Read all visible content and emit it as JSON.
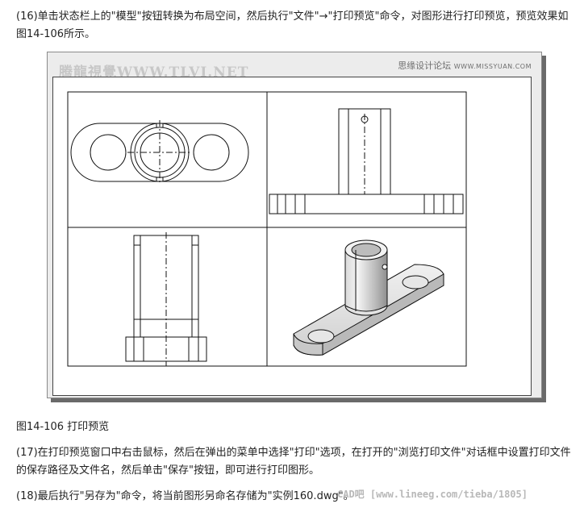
{
  "paragraphs": {
    "step16": "(16)单击状态栏上的\"模型\"按钮转换为布局空间，然后执行\"文件\"→\"打印预览\"命令，对图形进行打印预览，预览效果如图14-106所示。",
    "caption": "图14-106 打印预览",
    "step17": "(17)在打印预览窗口中右击鼠标，然后在弹出的菜单中选择\"打印\"选项，在打开的\"浏览打印文件\"对话框中设置打印文件的保存路径及文件名，然后单击\"保存\"按钮，即可进行打印图形。",
    "step18": "(18)最后执行\"另存为\"命令，将当前图形另命名存储为\"实例160.dwg\"。"
  },
  "watermarks": {
    "left": "腾龍視覺WWW.TLVI.NET",
    "right_cn": "思缘设计论坛",
    "right_url": "WWW.MISSYUAN.COM",
    "footer": "CAD吧 [www.lineeg.com/tieba/1805]"
  }
}
